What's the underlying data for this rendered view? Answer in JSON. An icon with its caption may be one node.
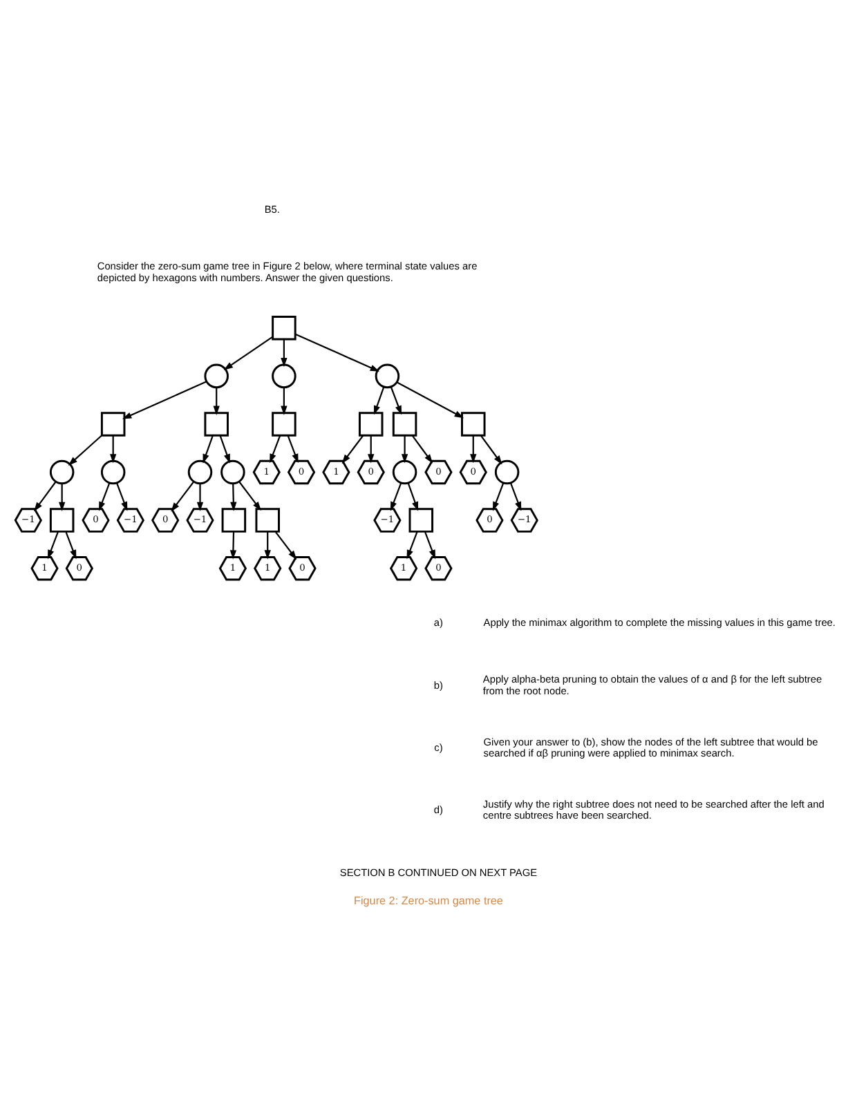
{
  "diagram": {
    "caption": "Figure 2: Zero-sum game tree",
    "nodes": [
      {
        "text": [],
        "shape": "box"
      },
      {
        "text": [],
        "shape": "circle"
      },
      {
        "text": [],
        "shape": "circle"
      },
      {
        "text": [],
        "shape": "circle"
      },
      {
        "text": [],
        "shape": "box"
      },
      {
        "text": [],
        "shape": "box"
      },
      {
        "text": [],
        "shape": "box"
      },
      {
        "text": [],
        "shape": "box"
      },
      {
        "text": [],
        "shape": "box"
      },
      {
        "text": [],
        "shape": "box"
      },
      {
        "text": [],
        "shape": "circle"
      },
      {
        "text": [],
        "shape": "circle"
      },
      {
        "text": [],
        "shape": "circle"
      },
      {
        "text": [],
        "shape": "circle"
      },
      {
        "text": [
          "1"
        ]
      },
      {
        "text": [
          "0"
        ]
      },
      {
        "text": [
          "1"
        ]
      },
      {
        "text": [
          "0"
        ]
      },
      {
        "text": [],
        "shape": "circle"
      },
      {
        "text": [
          "0"
        ]
      },
      {
        "text": [
          "0"
        ]
      },
      {
        "text": [],
        "shape": "circle"
      },
      {
        "text": [
          "−1"
        ]
      },
      {
        "text": [],
        "shape": "box"
      },
      {
        "text": [
          "0"
        ]
      },
      {
        "text": [
          "−1"
        ]
      },
      {
        "text": [
          "0"
        ]
      },
      {
        "text": [
          "−1"
        ]
      },
      {
        "text": [],
        "shape": "box"
      },
      {
        "text": [],
        "shape": "box"
      },
      {
        "text": [
          "−1"
        ]
      },
      {
        "text": [],
        "shape": "box"
      },
      {
        "text": [
          "0"
        ]
      },
      {
        "text": [
          "−1"
        ]
      },
      {
        "text": [
          "1"
        ]
      },
      {
        "text": [
          "0"
        ]
      },
      {
        "text": [
          "1"
        ]
      },
      {
        "text": [
          "1"
        ]
      },
      {
        "text": [
          "0"
        ]
      },
      {
        "text": [
          "1"
        ]
      },
      {
        "text": [
          "0"
        ]
      }
    ],
    "edges": [
      {
        "from": 0,
        "to": 1,
        "arrow": "to"
      },
      {
        "from": 0,
        "to": 2,
        "arrow": "to"
      },
      {
        "from": 0,
        "to": 3,
        "arrow": "to"
      },
      {
        "from": 1,
        "to": 4,
        "arrow": "to"
      },
      {
        "from": 1,
        "to": 5,
        "arrow": "to"
      },
      {
        "from": 2,
        "to": 6,
        "arrow": "to"
      },
      {
        "from": 3,
        "to": 7,
        "arrow": "to"
      },
      {
        "from": 3,
        "to": 8,
        "arrow": "to"
      },
      {
        "from": 3,
        "to": 9,
        "arrow": "to"
      },
      {
        "from": 4,
        "to": 10,
        "arrow": "to"
      },
      {
        "from": 4,
        "to": 11,
        "arrow": "to"
      },
      {
        "from": 5,
        "to": 12,
        "arrow": "to"
      },
      {
        "from": 5,
        "to": 13,
        "arrow": "to"
      },
      {
        "from": 6,
        "to": 14,
        "arrow": "to"
      },
      {
        "from": 6,
        "to": 15,
        "arrow": "to"
      },
      {
        "from": 7,
        "to": 16,
        "arrow": "to"
      },
      {
        "from": 7,
        "to": 17,
        "arrow": "to"
      },
      {
        "from": 8,
        "to": 18,
        "arrow": "to"
      },
      {
        "from": 8,
        "to": 19,
        "arrow": "to"
      },
      {
        "from": 9,
        "to": 20,
        "arrow": "to"
      },
      {
        "from": 9,
        "to": 21,
        "arrow": "to"
      },
      {
        "from": 10,
        "to": 22,
        "arrow": "to"
      },
      {
        "from": 10,
        "to": 23,
        "arrow": "to"
      },
      {
        "from": 11,
        "to": 24,
        "arrow": "to"
      },
      {
        "from": 11,
        "to": 25,
        "arrow": "to"
      },
      {
        "from": 12,
        "to": 26,
        "arrow": "to"
      },
      {
        "from": 12,
        "to": 27,
        "arrow": "to"
      },
      {
        "from": 13,
        "to": 28,
        "arrow": "to"
      },
      {
        "from": 13,
        "to": 29,
        "arrow": "to"
      },
      {
        "from": 18,
        "to": 30,
        "arrow": "to"
      },
      {
        "from": 18,
        "to": 31,
        "arrow": "to"
      },
      {
        "from": 21,
        "to": 32,
        "arrow": "to"
      },
      {
        "from": 21,
        "to": 33,
        "arrow": "to"
      },
      {
        "from": 23,
        "to": 34,
        "arrow": "to"
      },
      {
        "from": 23,
        "to": 35,
        "arrow": "to"
      },
      {
        "from": 28,
        "to": 36,
        "arrow": "to"
      },
      {
        "from": 29,
        "to": 37,
        "arrow": "to"
      },
      {
        "from": 29,
        "to": 38,
        "arrow": "to"
      },
      {
        "from": 31,
        "to": 39,
        "arrow": "to"
      },
      {
        "from": 31,
        "to": 40,
        "arrow": "to"
      }
    ],
    "labels": [
      "B5.",
      "Consider the zero-sum game tree in Figure 2 below, where terminal state values are depicted by hexagons with numbers. Answer the given questions.",
      "a)",
      "Apply the minimax algorithm to complete the missing values in this game tree.",
      "b)",
      "Apply alpha-beta pruning to obtain the values of α and β for the left subtree from the root node.",
      "c)",
      "Given your answer to (b), show the nodes of the left subtree that would be searched if αβ pruning were applied to minimax search.",
      "d)",
      "Justify why the right subtree does not need to be searched after the left and centre subtrees have been searched.",
      "SECTION B CONTINUED ON NEXT PAGE"
    ]
  }
}
